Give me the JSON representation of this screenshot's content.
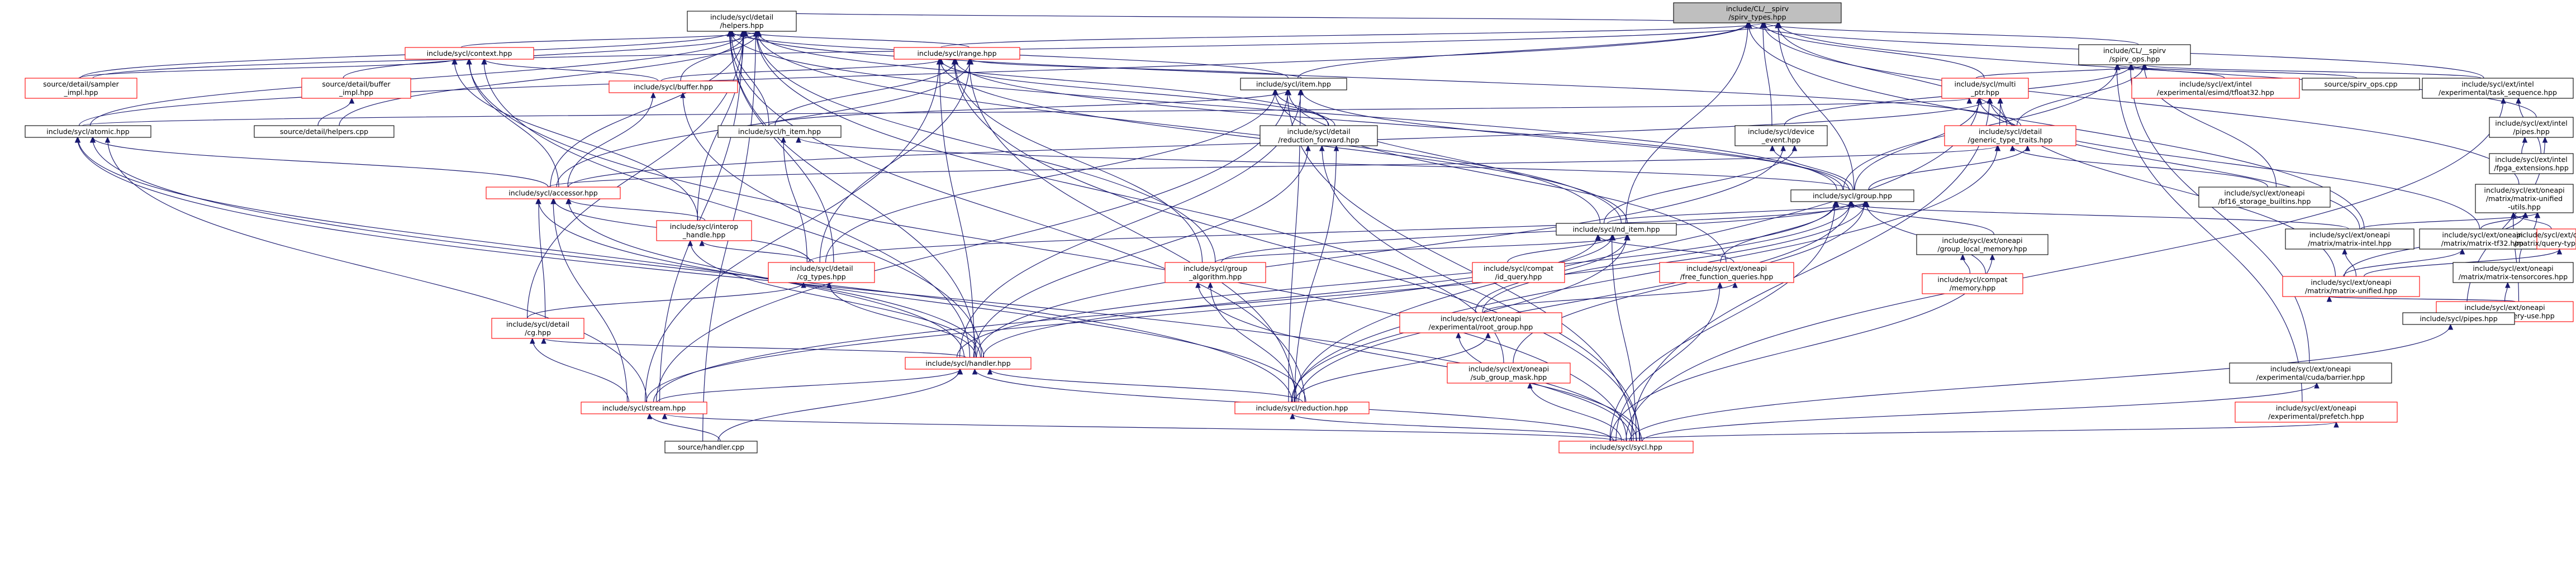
{
  "graph": {
    "nodes": [
      {
        "id": "root",
        "lines": [
          "include/CL/__spirv",
          "/spirv_types.hpp"
        ],
        "style": "root"
      },
      {
        "id": "helpers",
        "lines": [
          "include/sycl/detail",
          "/helpers.hpp"
        ],
        "style": "black"
      },
      {
        "id": "context",
        "lines": [
          "include/sycl/context.hpp"
        ],
        "style": "red"
      },
      {
        "id": "range",
        "lines": [
          "include/sycl/range.hpp"
        ],
        "style": "red"
      },
      {
        "id": "spirv_ops",
        "lines": [
          "include/CL/__spirv",
          "/spirv_ops.hpp"
        ],
        "style": "black"
      },
      {
        "id": "sampler_impl",
        "lines": [
          "source/detail/sampler",
          "_impl.hpp"
        ],
        "style": "red"
      },
      {
        "id": "buffer_impl",
        "lines": [
          "source/detail/buffer",
          "_impl.hpp"
        ],
        "style": "red"
      },
      {
        "id": "buffer",
        "lines": [
          "include/sycl/buffer.hpp"
        ],
        "style": "red"
      },
      {
        "id": "item",
        "lines": [
          "include/sycl/item.hpp"
        ],
        "style": "black"
      },
      {
        "id": "multi_ptr",
        "lines": [
          "include/sycl/multi",
          "_ptr.hpp"
        ],
        "style": "red"
      },
      {
        "id": "esimd_df32",
        "lines": [
          "include/sycl/ext/intel",
          "/experimental/esimd/tfloat32.hpp"
        ],
        "style": "red"
      },
      {
        "id": "spirv_ops_cpp",
        "lines": [
          "source/spirv_ops.cpp"
        ],
        "style": "black"
      },
      {
        "id": "task_sequence",
        "lines": [
          "include/sycl/ext/intel",
          "/experimental/task_sequence.hpp"
        ],
        "style": "black"
      },
      {
        "id": "pipes_intel",
        "lines": [
          "include/sycl/ext/intel",
          "/pipes.hpp"
        ],
        "style": "black"
      },
      {
        "id": "helpers_cpp",
        "lines": [
          "source/detail/helpers.cpp"
        ],
        "style": "black"
      },
      {
        "id": "atomic",
        "lines": [
          "include/sycl/atomic.hpp"
        ],
        "style": "black"
      },
      {
        "id": "h_item",
        "lines": [
          "include/sycl/h_item.hpp"
        ],
        "style": "black"
      },
      {
        "id": "reduction_forward",
        "lines": [
          "include/sycl/detail",
          "/reduction_forward.hpp"
        ],
        "style": "black"
      },
      {
        "id": "device_event",
        "lines": [
          "include/sycl/device",
          "_event.hpp"
        ],
        "style": "black"
      },
      {
        "id": "generic_type_traits",
        "lines": [
          "include/sycl/detail",
          "/generic_type_traits.hpp"
        ],
        "style": "red"
      },
      {
        "id": "fpga_extensions",
        "lines": [
          "include/sycl/ext/intel",
          "/fpga_extensions.hpp"
        ],
        "style": "black"
      },
      {
        "id": "matrix_unified_utils",
        "lines": [
          "include/sycl/ext/oneapi",
          "/matrix/matrix-unified",
          "-utils.hpp"
        ],
        "style": "black"
      },
      {
        "id": "accessor",
        "lines": [
          "include/sycl/accessor.hpp"
        ],
        "style": "red"
      },
      {
        "id": "group",
        "lines": [
          "include/sycl/group.hpp"
        ],
        "style": "black"
      },
      {
        "id": "bf16_builtins",
        "lines": [
          "include/sycl/ext/oneapi",
          "/bf16_storage_builtins.hpp"
        ],
        "style": "black"
      },
      {
        "id": "interop_handle",
        "lines": [
          "include/sycl/interop",
          "_handle.hpp"
        ],
        "style": "red"
      },
      {
        "id": "nd_item",
        "lines": [
          "include/sycl/nd_item.hpp"
        ],
        "style": "black"
      },
      {
        "id": "group_local_memory",
        "lines": [
          "include/sycl/ext/oneapi",
          "/group_local_memory.hpp"
        ],
        "style": "black"
      },
      {
        "id": "matrix_intel",
        "lines": [
          "include/sycl/ext/oneapi",
          "/matrix/matrix-intel.hpp"
        ],
        "style": "black"
      },
      {
        "id": "matrix_tf32",
        "lines": [
          "include/sycl/ext/oneapi",
          "/matrix/matrix-tf32.hpp"
        ],
        "style": "black"
      },
      {
        "id": "query_types",
        "lines": [
          "include/sycl/ext/oneapi",
          "/matrix/query-types.hpp"
        ],
        "style": "red"
      },
      {
        "id": "matrix_tensorcores",
        "lines": [
          "include/sycl/ext/oneapi",
          "/matrix/matrix-tensorcores.hpp"
        ],
        "style": "black"
      },
      {
        "id": "cg_types",
        "lines": [
          "include/sycl/detail",
          "/cg_types.hpp"
        ],
        "style": "red"
      },
      {
        "id": "group_algorithm",
        "lines": [
          "include/sycl/group",
          "_algorithm.hpp"
        ],
        "style": "red"
      },
      {
        "id": "id_query",
        "lines": [
          "include/sycl/compat",
          "/id_query.hpp"
        ],
        "style": "red"
      },
      {
        "id": "free_function_queries",
        "lines": [
          "include/sycl/ext/oneapi",
          "/free_function_queries.hpp"
        ],
        "style": "red"
      },
      {
        "id": "compat_memory",
        "lines": [
          "include/sycl/compat",
          "/memory.hpp"
        ],
        "style": "red"
      },
      {
        "id": "matrix_unified",
        "lines": [
          "include/sycl/ext/oneapi",
          "/matrix/matrix-unified.hpp"
        ],
        "style": "red"
      },
      {
        "id": "static_query_use",
        "lines": [
          "include/sycl/ext/oneapi",
          "/matrix/static-query-use.hpp"
        ],
        "style": "red"
      },
      {
        "id": "cg",
        "lines": [
          "include/sycl/detail",
          "/cg.hpp"
        ],
        "style": "red"
      },
      {
        "id": "root_group",
        "lines": [
          "include/sycl/ext/oneapi",
          "/experimental/root_group.hpp"
        ],
        "style": "red"
      },
      {
        "id": "handler",
        "lines": [
          "include/sycl/handler.hpp"
        ],
        "style": "red"
      },
      {
        "id": "sub_group_mask",
        "lines": [
          "include/sycl/ext/oneapi",
          "/sub_group_mask.hpp"
        ],
        "style": "red"
      },
      {
        "id": "cuda_barrier",
        "lines": [
          "include/sycl/ext/oneapi",
          "/experimental/cuda/barrier.hpp"
        ],
        "style": "black"
      },
      {
        "id": "pipes",
        "lines": [
          "include/sycl/pipes.hpp"
        ],
        "style": "black"
      },
      {
        "id": "stream",
        "lines": [
          "include/sycl/stream.hpp"
        ],
        "style": "red"
      },
      {
        "id": "reduction",
        "lines": [
          "include/sycl/reduction.hpp"
        ],
        "style": "red"
      },
      {
        "id": "prefetch",
        "lines": [
          "include/sycl/ext/oneapi",
          "/experimental/prefetch.hpp"
        ],
        "style": "red"
      },
      {
        "id": "handler_cpp",
        "lines": [
          "source/handler.cpp"
        ],
        "style": "black"
      },
      {
        "id": "sycl",
        "lines": [
          "include/sycl/sycl.hpp"
        ],
        "style": "red"
      }
    ],
    "edges": [
      [
        "helpers",
        "root"
      ],
      [
        "spirv_ops",
        "root"
      ],
      [
        "atomic",
        "root"
      ],
      [
        "sampler_impl",
        "root"
      ],
      [
        "multi_ptr",
        "root"
      ],
      [
        "task_sequence",
        "root"
      ],
      [
        "pipes_intel",
        "root"
      ],
      [
        "matrix_unified_utils",
        "root"
      ],
      [
        "matrix_intel",
        "root"
      ],
      [
        "group",
        "root"
      ],
      [
        "device_event",
        "root"
      ],
      [
        "nd_item",
        "root"
      ],
      [
        "generic_type_traits",
        "root"
      ],
      [
        "range",
        "root"
      ],
      [
        "item",
        "root"
      ],
      [
        "context",
        "helpers"
      ],
      [
        "range",
        "helpers"
      ],
      [
        "sampler_impl",
        "helpers"
      ],
      [
        "buffer_impl",
        "helpers"
      ],
      [
        "buffer",
        "helpers"
      ],
      [
        "item",
        "helpers"
      ],
      [
        "helpers_cpp",
        "helpers"
      ],
      [
        "atomic",
        "helpers"
      ],
      [
        "h_item",
        "helpers"
      ],
      [
        "reduction_forward",
        "helpers"
      ],
      [
        "accessor",
        "helpers"
      ],
      [
        "group",
        "helpers"
      ],
      [
        "nd_item",
        "helpers"
      ],
      [
        "interop_handle",
        "helpers"
      ],
      [
        "cg_types",
        "helpers"
      ],
      [
        "group_algorithm",
        "helpers"
      ],
      [
        "cg",
        "helpers"
      ],
      [
        "handler",
        "helpers"
      ],
      [
        "sub_group_mask",
        "helpers"
      ],
      [
        "stream",
        "helpers"
      ],
      [
        "reduction",
        "helpers"
      ],
      [
        "handler_cpp",
        "helpers"
      ],
      [
        "generic_type_traits",
        "helpers"
      ],
      [
        "sampler_impl",
        "context"
      ],
      [
        "buffer",
        "context"
      ],
      [
        "accessor",
        "context"
      ],
      [
        "interop_handle",
        "context"
      ],
      [
        "handler",
        "context"
      ],
      [
        "sycl",
        "context"
      ],
      [
        "buffer",
        "range"
      ],
      [
        "item",
        "range"
      ],
      [
        "h_item",
        "range"
      ],
      [
        "reduction_forward",
        "range"
      ],
      [
        "accessor",
        "range"
      ],
      [
        "group",
        "range"
      ],
      [
        "nd_item",
        "range"
      ],
      [
        "cg_types",
        "range"
      ],
      [
        "group_algorithm",
        "range"
      ],
      [
        "handler",
        "range"
      ],
      [
        "reduction",
        "range"
      ],
      [
        "sycl",
        "range"
      ],
      [
        "stream",
        "range"
      ],
      [
        "multi_ptr",
        "spirv_ops"
      ],
      [
        "esimd_df32",
        "spirv_ops"
      ],
      [
        "spirv_ops_cpp",
        "spirv_ops"
      ],
      [
        "task_sequence",
        "spirv_ops"
      ],
      [
        "device_event",
        "spirv_ops"
      ],
      [
        "group",
        "spirv_ops"
      ],
      [
        "bf16_builtins",
        "spirv_ops"
      ],
      [
        "cuda_barrier",
        "spirv_ops"
      ],
      [
        "prefetch",
        "spirv_ops"
      ],
      [
        "generic_type_traits",
        "spirv_ops"
      ],
      [
        "helpers_cpp",
        "buffer_impl"
      ],
      [
        "accessor",
        "buffer"
      ],
      [
        "handler",
        "buffer"
      ],
      [
        "h_item",
        "item"
      ],
      [
        "reduction_forward",
        "item"
      ],
      [
        "group",
        "item"
      ],
      [
        "nd_item",
        "item"
      ],
      [
        "cg_types",
        "item"
      ],
      [
        "handler",
        "item"
      ],
      [
        "stream",
        "item"
      ],
      [
        "free_function_queries",
        "item"
      ],
      [
        "reduction",
        "item"
      ],
      [
        "sycl",
        "item"
      ],
      [
        "atomic",
        "multi_ptr"
      ],
      [
        "accessor",
        "multi_ptr"
      ],
      [
        "group",
        "multi_ptr"
      ],
      [
        "generic_type_traits",
        "multi_ptr"
      ],
      [
        "matrix_intel",
        "multi_ptr"
      ],
      [
        "matrix_tf32",
        "multi_ptr"
      ],
      [
        "matrix_unified",
        "multi_ptr"
      ],
      [
        "sycl",
        "multi_ptr"
      ],
      [
        "reduction",
        "multi_ptr"
      ],
      [
        "fpga_extensions",
        "task_sequence"
      ],
      [
        "sycl",
        "task_sequence"
      ],
      [
        "fpga_extensions",
        "pipes_intel"
      ],
      [
        "pipes",
        "pipes_intel"
      ],
      [
        "accessor",
        "atomic"
      ],
      [
        "handler",
        "atomic"
      ],
      [
        "stream",
        "atomic"
      ],
      [
        "reduction",
        "atomic"
      ],
      [
        "sycl",
        "atomic"
      ],
      [
        "group",
        "h_item"
      ],
      [
        "cg_types",
        "h_item"
      ],
      [
        "handler",
        "reduction_forward"
      ],
      [
        "reduction",
        "reduction_forward"
      ],
      [
        "sycl",
        "reduction_forward"
      ],
      [
        "group",
        "device_event"
      ],
      [
        "nd_item",
        "device_event"
      ],
      [
        "handler",
        "device_event"
      ],
      [
        "accessor",
        "generic_type_traits"
      ],
      [
        "group",
        "generic_type_traits"
      ],
      [
        "bf16_builtins",
        "generic_type_traits"
      ],
      [
        "reduction",
        "generic_type_traits"
      ],
      [
        "matrix_intel",
        "matrix_unified_utils"
      ],
      [
        "matrix_tf32",
        "matrix_unified_utils"
      ],
      [
        "query_types",
        "matrix_unified_utils"
      ],
      [
        "matrix_tensorcores",
        "matrix_unified_utils"
      ],
      [
        "matrix_unified",
        "matrix_unified_utils"
      ],
      [
        "static_query_use",
        "matrix_unified_utils"
      ],
      [
        "interop_handle",
        "accessor"
      ],
      [
        "cg_types",
        "accessor"
      ],
      [
        "cg",
        "accessor"
      ],
      [
        "handler",
        "accessor"
      ],
      [
        "stream",
        "accessor"
      ],
      [
        "reduction",
        "accessor"
      ],
      [
        "nd_item",
        "group"
      ],
      [
        "group_local_memory",
        "group"
      ],
      [
        "matrix_intel",
        "group"
      ],
      [
        "cg_types",
        "group"
      ],
      [
        "group_algorithm",
        "group"
      ],
      [
        "free_function_queries",
        "group"
      ],
      [
        "compat_memory",
        "group"
      ],
      [
        "root_group",
        "group"
      ],
      [
        "handler",
        "group"
      ],
      [
        "stream",
        "group"
      ],
      [
        "reduction",
        "group"
      ],
      [
        "sycl",
        "group"
      ],
      [
        "sub_group_mask",
        "group"
      ],
      [
        "cg_types",
        "interop_handle"
      ],
      [
        "handler",
        "interop_handle"
      ],
      [
        "group_algorithm",
        "nd_item"
      ],
      [
        "id_query",
        "nd_item"
      ],
      [
        "free_function_queries",
        "nd_item"
      ],
      [
        "root_group",
        "nd_item"
      ],
      [
        "handler",
        "nd_item"
      ],
      [
        "stream",
        "nd_item"
      ],
      [
        "reduction",
        "nd_item"
      ],
      [
        "sycl",
        "nd_item"
      ],
      [
        "compat_memory",
        "group_local_memory"
      ],
      [
        "sycl",
        "group_local_memory"
      ],
      [
        "matrix_unified",
        "matrix_intel"
      ],
      [
        "matrix_unified",
        "matrix_tf32"
      ],
      [
        "matrix_unified",
        "query_types"
      ],
      [
        "static_query_use",
        "matrix_tensorcores"
      ],
      [
        "cg",
        "cg_types"
      ],
      [
        "handler",
        "cg_types"
      ],
      [
        "reduction",
        "group_algorithm"
      ],
      [
        "sycl",
        "group_algorithm"
      ],
      [
        "root_group",
        "free_function_queries"
      ],
      [
        "sycl",
        "free_function_queries"
      ],
      [
        "static_query_use",
        "matrix_unified"
      ],
      [
        "handler",
        "cg"
      ],
      [
        "stream",
        "cg"
      ],
      [
        "sycl",
        "root_group"
      ],
      [
        "reduction",
        "root_group"
      ],
      [
        "stream",
        "handler"
      ],
      [
        "reduction",
        "handler"
      ],
      [
        "sycl",
        "handler"
      ],
      [
        "handler_cpp",
        "handler"
      ],
      [
        "sycl",
        "sub_group_mask"
      ],
      [
        "sycl",
        "cuda_barrier"
      ],
      [
        "sycl",
        "pipes"
      ],
      [
        "sycl",
        "stream"
      ],
      [
        "handler_cpp",
        "stream"
      ],
      [
        "sycl",
        "reduction"
      ],
      [
        "sycl",
        "prefetch"
      ]
    ]
  }
}
